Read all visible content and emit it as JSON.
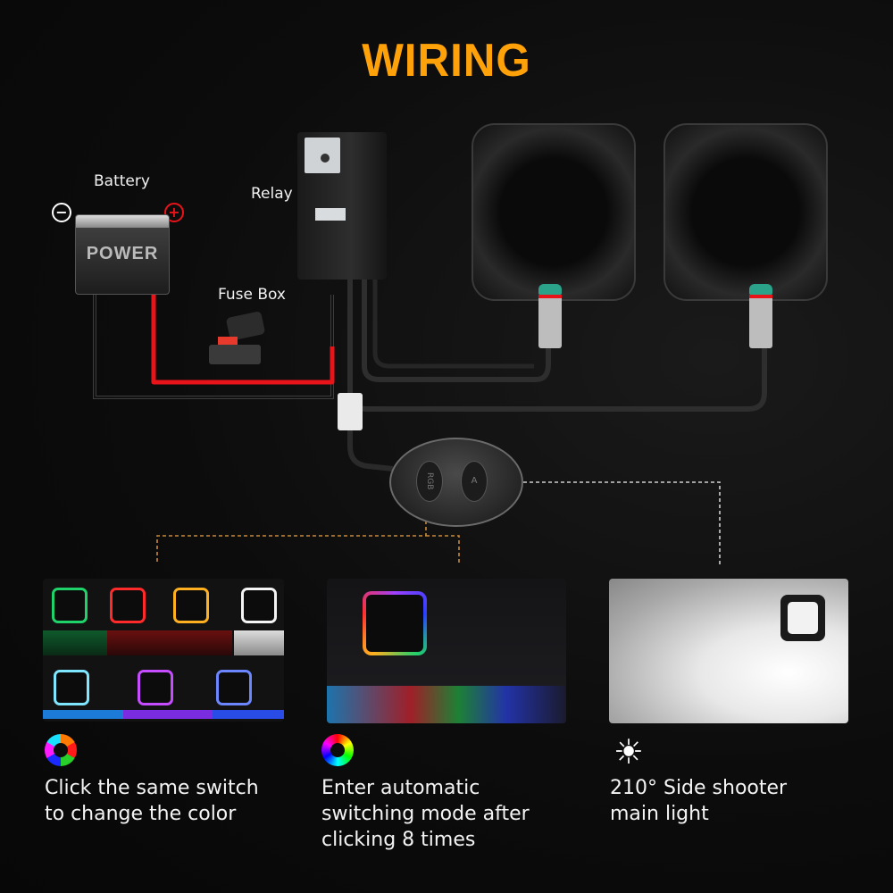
{
  "title": "WIRING",
  "labels": {
    "battery": "Battery",
    "battery_brand": "POWER",
    "relay": "Relay",
    "fuse_box": "Fuse Box",
    "switch_left": "RGB",
    "switch_right": "A"
  },
  "terminals": {
    "negative": "−",
    "positive": "+"
  },
  "colors": {
    "title": "#ffa20a",
    "positive_wire": "#e8141a",
    "ground_wire": "#3a3a3a",
    "rgb_guide": "#c88a3a",
    "white_guide": "#cfcfcf",
    "connector_cap": "#2aa38a"
  },
  "features": [
    {
      "icon": "color-wheel-segmented-icon",
      "caption_lines": [
        "Click the same switch",
        "to change the color"
      ]
    },
    {
      "icon": "color-wheel-gradient-icon",
      "caption_lines": [
        "Enter automatic",
        "switching mode after",
        "clicking 8 times"
      ]
    },
    {
      "icon": "sun-icon",
      "caption_lines": [
        "210° Side shooter",
        "main light"
      ]
    }
  ],
  "color_swatches": [
    "#1fd36a",
    "#ff2a2a",
    "#ffb020",
    "#f4f4f4",
    "#7fe6ff",
    "#c64cff",
    "#6b86ff"
  ]
}
